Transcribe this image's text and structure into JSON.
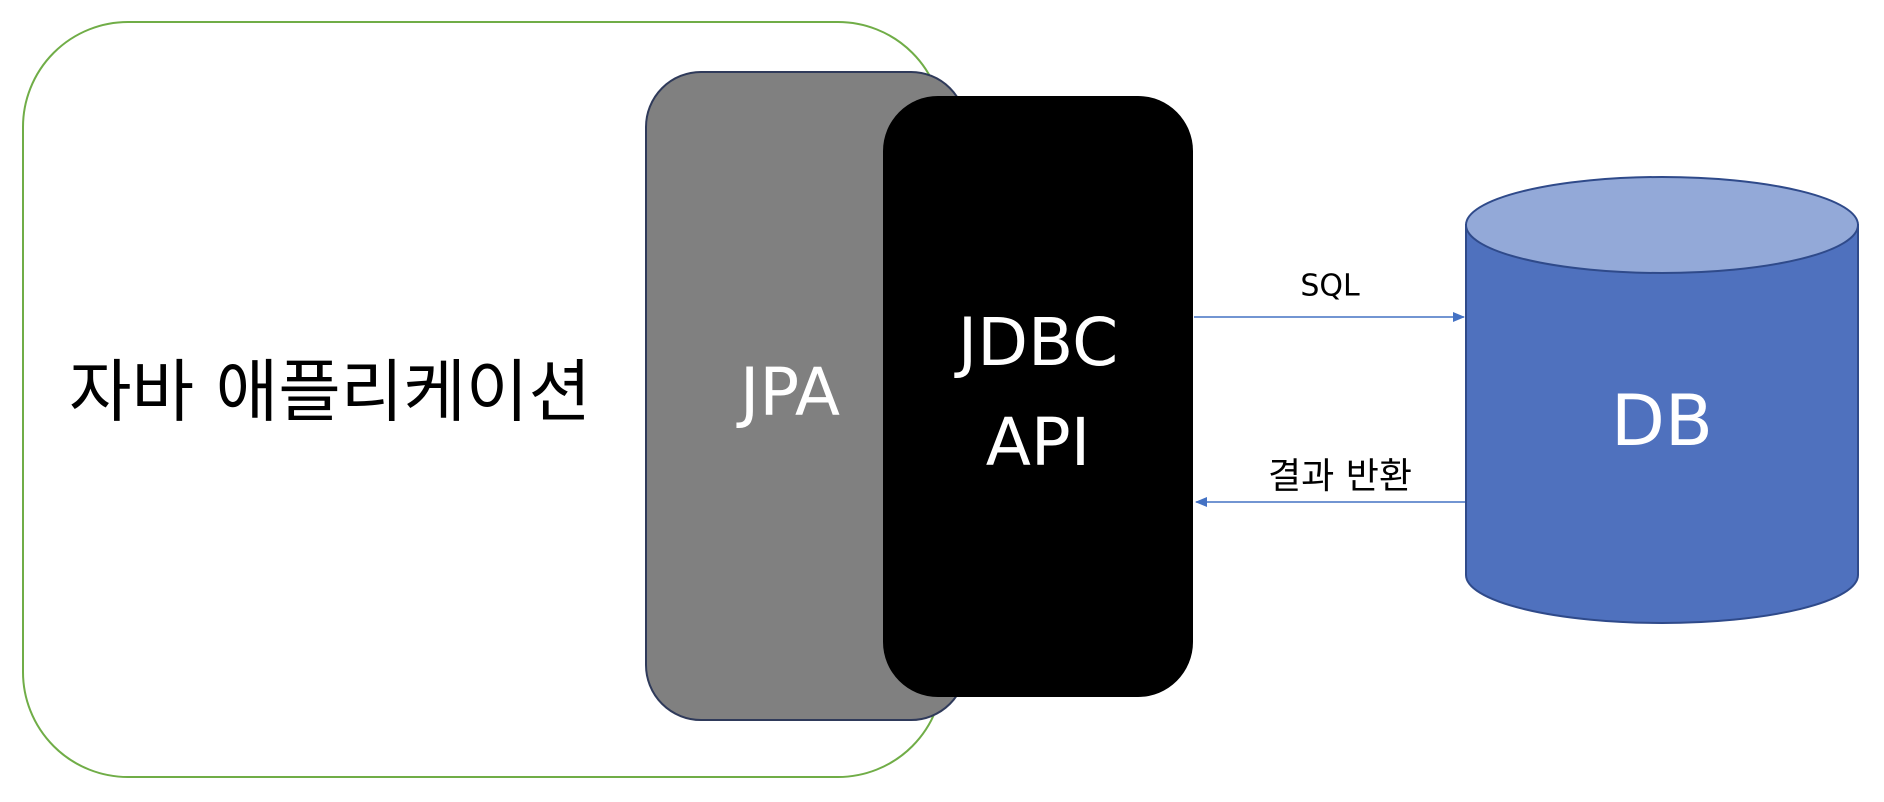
{
  "diagram": {
    "app_label": "자바 애플리케이션",
    "jpa_label": "JPA",
    "jdbc_label_line1": "JDBC",
    "jdbc_label_line2": "API",
    "db_label": "DB",
    "sql_label": "SQL",
    "result_label": "결과 반환"
  },
  "colors": {
    "app_border": "#70ad47",
    "jpa_fill": "#808080",
    "jpa_border": "#2f3a5a",
    "jdbc_fill": "#000000",
    "db_body": "#4f71be",
    "db_top": "#93a9d8",
    "db_outline": "#2f4a8a",
    "arrow": "#4472c4",
    "text_dark": "#000000",
    "text_light": "#ffffff"
  }
}
